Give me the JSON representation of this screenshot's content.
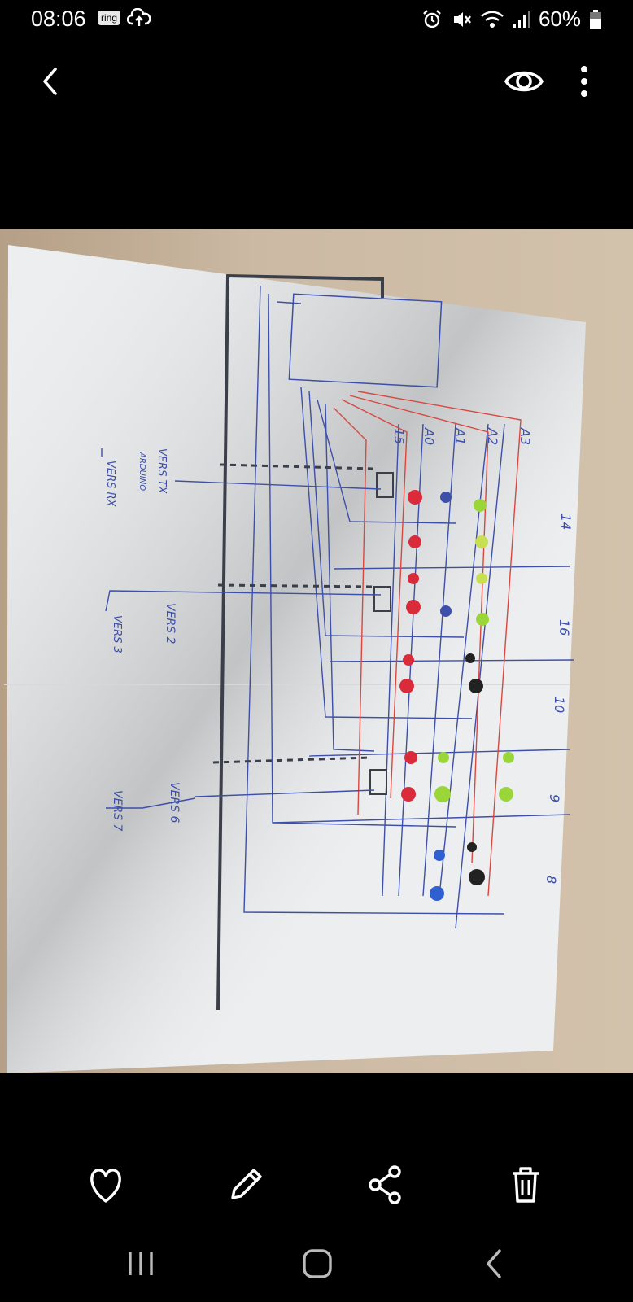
{
  "status": {
    "time": "08:06",
    "ring_label": "ring",
    "battery": "60%"
  },
  "toolbar": {
    "back_icon": "chevron-left-icon",
    "details_icon": "eye-icon",
    "more_icon": "more-vertical-icon"
  },
  "photo": {
    "paper_labels": {
      "channels": [
        "14",
        "16",
        "10",
        "9",
        "8"
      ],
      "pins": [
        "A3",
        "A2",
        "A1",
        "A0",
        "15"
      ],
      "arrows": [
        "VERS TX",
        "ARDUINO",
        "VERS RX",
        "VERS 2",
        "VERS 3",
        "VERS 6",
        "VERS 7"
      ]
    }
  },
  "actions": {
    "favorite_icon": "heart-icon",
    "edit_icon": "pencil-icon",
    "share_icon": "share-icon",
    "delete_icon": "trash-icon"
  },
  "nav": {
    "recents_icon": "recents-icon",
    "home_icon": "home-icon",
    "back_icon": "nav-back-icon"
  },
  "colors": {
    "accent": "#ffffff",
    "led_red": "#d92b3a",
    "led_green": "#9ad63a",
    "led_blue": "#2f5fd0",
    "wire_blue": "#3d4fa8",
    "wire_red": "#d9473f"
  }
}
